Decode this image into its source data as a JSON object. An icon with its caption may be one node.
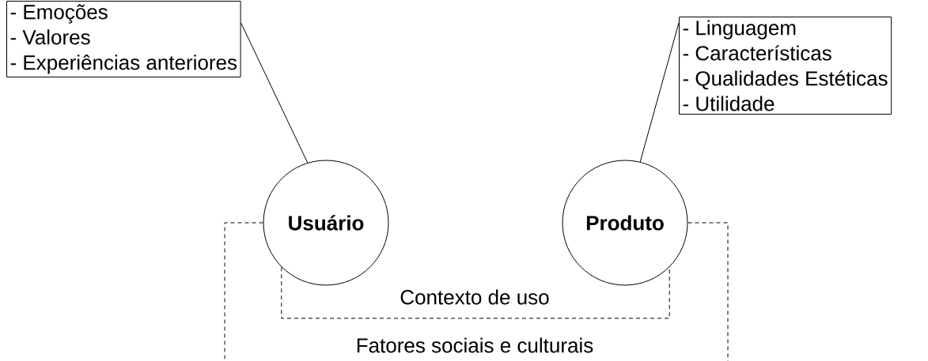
{
  "diagram": {
    "nodes": [
      {
        "text": [
          "- Emoções",
          "- Valores",
          "- Experiências anteriores"
        ]
      },
      {
        "text": [
          "- Linguagem",
          "- Características",
          "- Qualidades Estéticas",
          "- Utilidade"
        ]
      },
      {
        "text": [
          "Usuário"
        ]
      },
      {
        "text": [
          "Produto"
        ]
      }
    ],
    "edges": [
      {
        "from": 0,
        "to": 2,
        "arrow": "none"
      },
      {
        "from": 1,
        "to": 3,
        "arrow": "none"
      },
      {
        "from": 2,
        "to": 3,
        "arrow": "none",
        "style": "dashed",
        "label": "Contexto de uso"
      },
      {
        "from": 2,
        "to": null,
        "arrow": "none",
        "style": "dashed"
      },
      {
        "from": 3,
        "to": null,
        "arrow": "none",
        "style": "dashed"
      }
    ],
    "labels": [
      "Fatores sociais e culturais"
    ]
  }
}
